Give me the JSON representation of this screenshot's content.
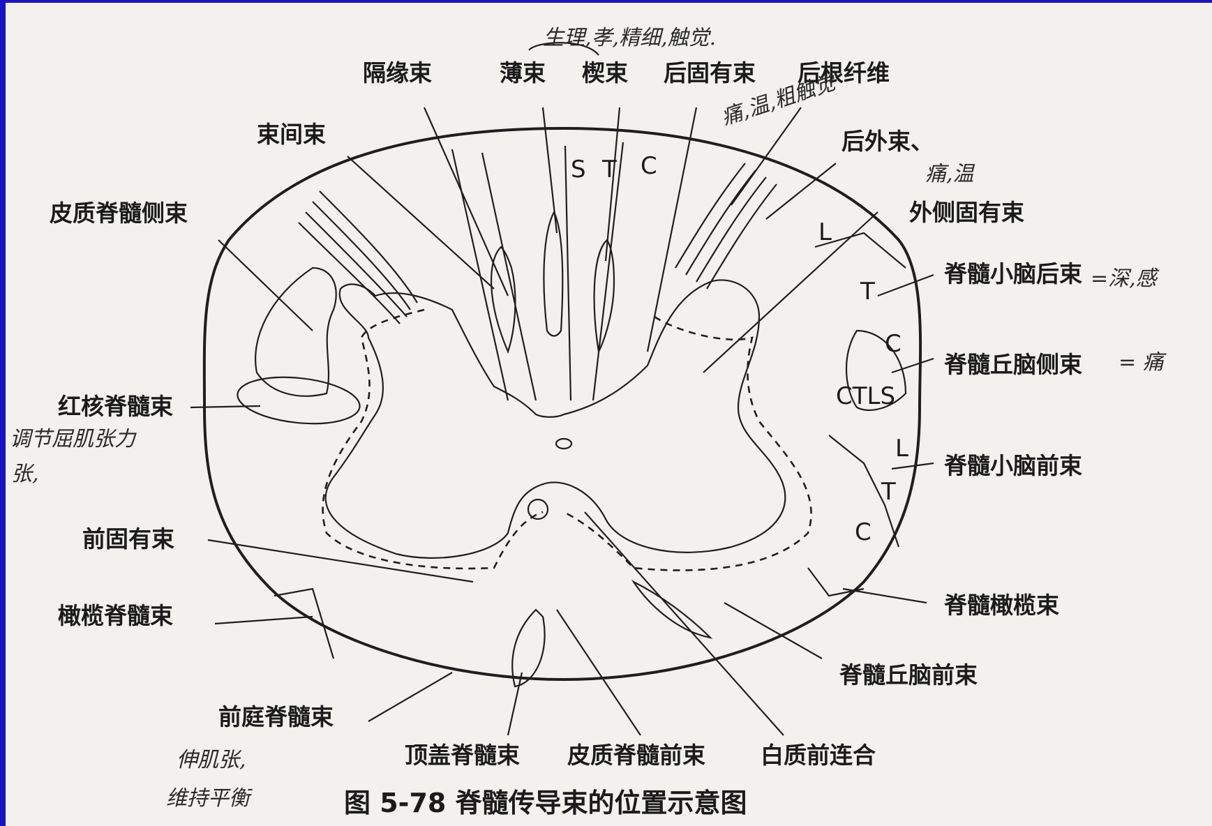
{
  "labels": {
    "fasciculus_septomarginalis": "隔缘束",
    "fasciculus_gracilis": "薄束",
    "fasciculus_cuneatus": "楔束",
    "posterior_proper_fasciculus": "后固有束",
    "posterior_root_fibers": "后根纤维",
    "interfascicular_fasciculus": "束间束",
    "dorsolateral_fasciculus": "后外束、",
    "lateral_corticospinal": "皮质脊髓侧束",
    "lateral_proper_fasciculus": "外侧固有束",
    "posterior_spinocerebellar": "脊髓小脑后束",
    "lateral_spinothalamic": "脊髓丘脑侧束",
    "rubrospinal": "红核脊髓束",
    "anterior_spinocerebellar": "脊髓小脑前束",
    "anterior_proper_fasciculus": "前固有束",
    "olivospinal": "橄榄脊髓束",
    "spino_olivary": "脊髓橄榄束",
    "anterior_spinothalamic": "脊髓丘脑前束",
    "vestibulospinal": "前庭脊髓束",
    "tectospinal": "顶盖脊髓束",
    "anterior_corticospinal": "皮质脊髓前束",
    "anterior_white_commissure": "白质前连合"
  },
  "caption": "图 5-78   脊髓传导束的位置示意图",
  "letters": {
    "gracile_s": "S",
    "gracile_t": "T",
    "cuneate_c": "C",
    "lat_l": "L",
    "lat_t": "T",
    "lat_c": "C",
    "ctls": "CTLS",
    "ant_l": "L",
    "ant_t": "T",
    "ant_c": "C"
  },
  "handwriting": {
    "top": "生理,孝,精细,触觉.",
    "post_root": "痛,温,粗触觉",
    "dorsolat": "痛,温",
    "spinocereb_post": "=深,感",
    "spinothal_lat": "= 痛",
    "rubro_1": "调节屈肌张力",
    "rubro_2": "张,",
    "vestib_1": "伸肌张,",
    "vestib_2": "维持平衡"
  },
  "colors": {
    "frame": "#1a12c8",
    "paper": "#f2f1ee",
    "ink": "#1b1b1b"
  }
}
